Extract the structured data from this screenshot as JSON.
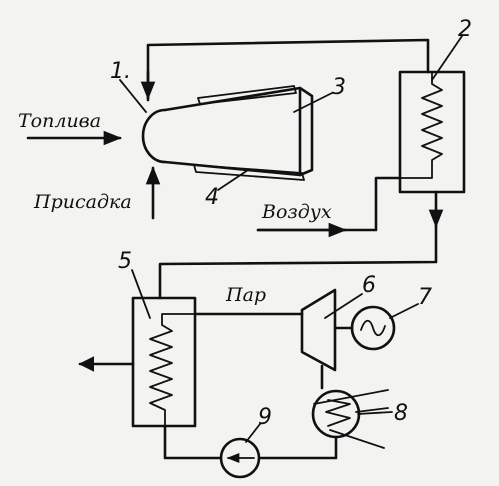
{
  "labels": {
    "fuel": "Топлива",
    "additive": "Присадка",
    "air": "Воздух",
    "steam": "Пар"
  },
  "numbers": {
    "n1": "1.",
    "n2": "2",
    "n3": "3",
    "n4": "4",
    "n5": "5",
    "n6": "6",
    "n7": "7",
    "n8": "8",
    "n9": "9"
  },
  "colors": {
    "line": "#111111",
    "background": "#f3f3f1"
  }
}
